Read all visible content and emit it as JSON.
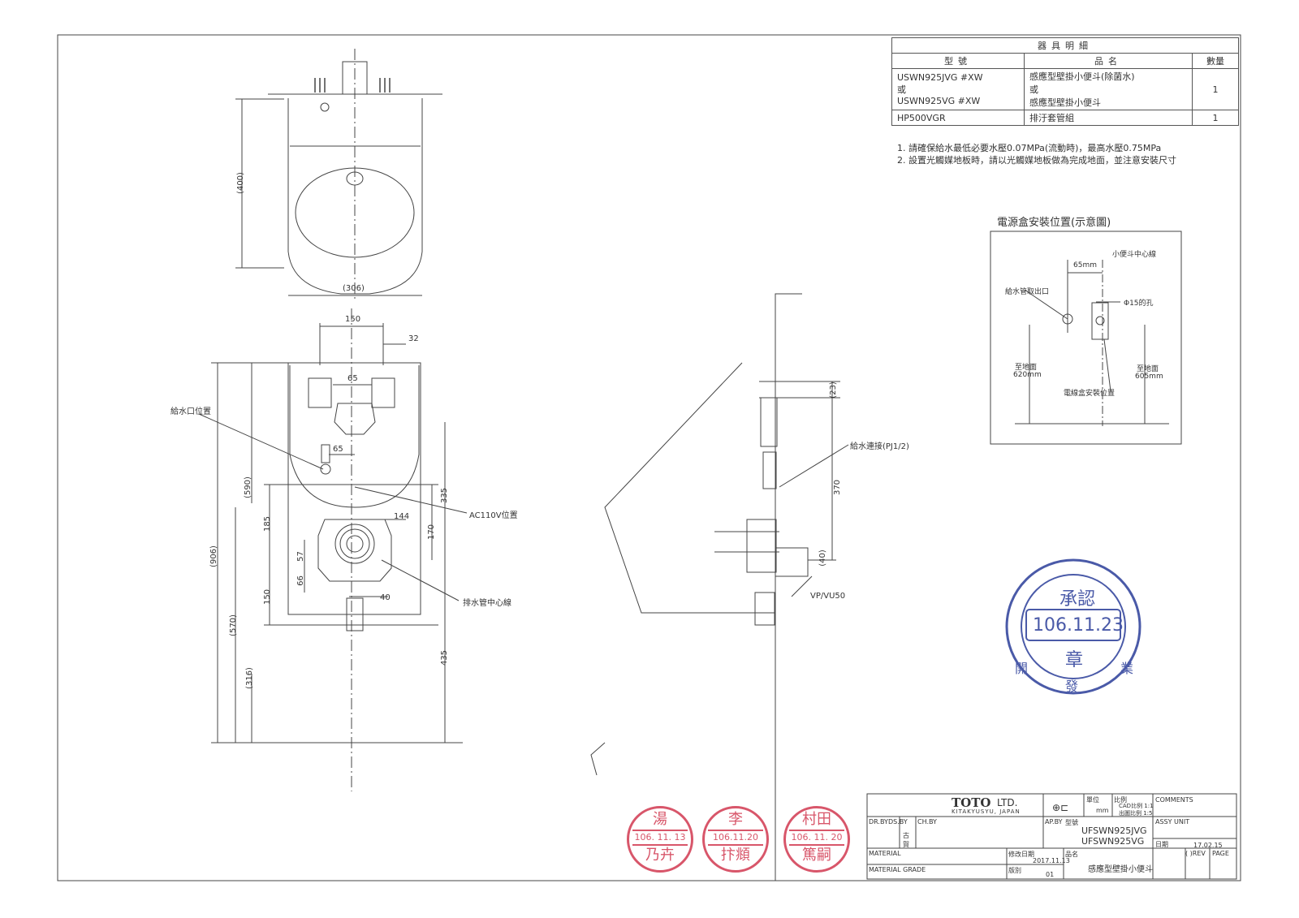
{
  "bom": {
    "header": "器具明細",
    "col_model": "型號",
    "col_name": "品名",
    "col_qty": "數量",
    "row1_model_a": "USWN925JVG #XW",
    "row1_model_or": "或",
    "row1_model_b": "USWN925VG #XW",
    "row1_name_a": "感應型壁掛小便斗(除菌水)",
    "row1_name_or": "或",
    "row1_name_b": "感應型壁掛小便斗",
    "row1_qty": "1",
    "row2_model": "HP500VGR",
    "row2_name": "排汙套管組",
    "row2_qty": "1"
  },
  "notes": {
    "n1": "1. 請確保給水最低必要水壓0.07MPa(流動時)，最高水壓0.75MPa",
    "n2": "2. 設置光觸媒地板時，請以光觸媒地板做為完成地面，並注意安裝尺寸"
  },
  "power_box": {
    "title": "電源盒安裝位置(示意圖)",
    "urinal_center": "小便斗中心線",
    "dim_65mm": "65mm",
    "supply_outlet": "給水管取出口",
    "hole": "Φ15的孔",
    "to_floor_a": "至地面",
    "to_floor_a_val": "620mm",
    "to_floor_b": "至地面",
    "to_floor_b_val": "605mm",
    "junction_box": "電線盒安裝位置"
  },
  "top_view": {
    "dim_400": "(400)",
    "dim_306": "(306)"
  },
  "front_view": {
    "dim_150_top": "150",
    "dim_32": "32",
    "dim_65_a": "65",
    "dim_65_b": "65",
    "water_inlet": "給水口位置",
    "ac110v": "AC110V位置",
    "drain_center": "排水管中心線",
    "dim_144": "144",
    "dim_40": "40",
    "dim_590": "(590)",
    "dim_906": "(906)",
    "dim_570": "(570)",
    "dim_316": "(316)",
    "dim_185": "185",
    "dim_150_low": "150",
    "dim_57": "57",
    "dim_66": "66",
    "dim_335": "335",
    "dim_170": "170",
    "dim_435": "435"
  },
  "side_view": {
    "dim_23": "(23)",
    "supply_conn": "給水連接(PJ1/2)",
    "dim_370": "370",
    "dim_40": "(40)",
    "pipe": "VP/VU50"
  },
  "stamp_blue": {
    "top": "承認",
    "date": "106.11.23",
    "bottom": "章",
    "left": "開",
    "right": "業",
    "lower": "發"
  },
  "stamps_red": [
    {
      "top": "湯",
      "date": "106. 11. 13",
      "bottom": "乃卉"
    },
    {
      "top": "李",
      "date": "106.11.20",
      "bottom": "抃頫"
    },
    {
      "top": "村田",
      "date": "106. 11. 20",
      "bottom": "篤嗣"
    }
  ],
  "title_block": {
    "company": "TOTO",
    "company_suffix": "LTD.",
    "city": "KITAKYUSYU, JAPAN",
    "unit_label": "單位",
    "unit": "mm",
    "scale_label": "比例",
    "scale_cad": "CAD比例 1:1",
    "scale_print": "出圖比例 1:5",
    "comments": "COMMENTS",
    "dr_by": "DR.BY",
    "ds_by": "DS.BY",
    "ch_by": "CH.BY",
    "ap_by": "AP.BY",
    "drawer": "古賀",
    "model_label": "型號",
    "model_a": "UFSWN925JVG",
    "model_b": "UFSWN925VG",
    "assy_unit": "ASSY UNIT",
    "date_label": "日期",
    "date": "17.02.15",
    "material": "MATERIAL",
    "revise_date_label": "修改日期",
    "revise_date": "2017.11.13",
    "name_label": "品名",
    "name": "感應型壁掛小便斗",
    "rev": "( )REV",
    "page": "PAGE",
    "material_grade": "MATERIAL GRADE",
    "edition_label": "版別",
    "edition": "01"
  }
}
